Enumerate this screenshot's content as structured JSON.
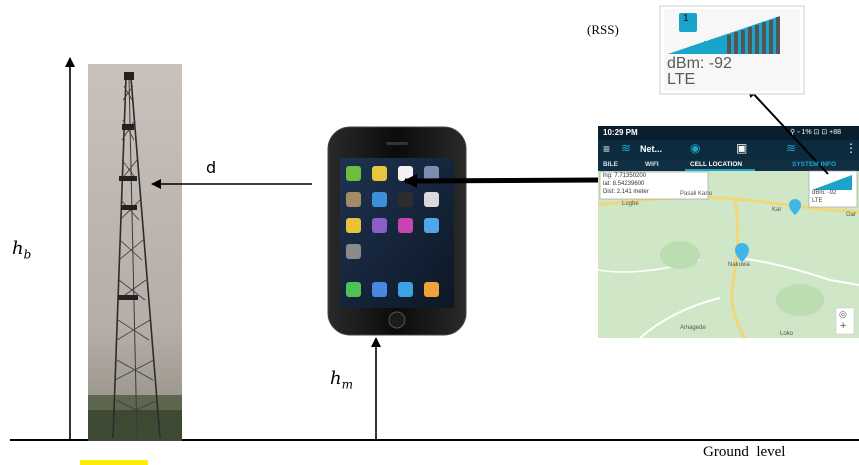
{
  "labels": {
    "hb_base": "h",
    "hb_sub": "b",
    "hm_base": "h",
    "hm_sub": "m",
    "distance": "d",
    "ground": "Ground  level",
    "rss": "(RSS)"
  },
  "rss_widget": {
    "sim_number": "1",
    "reading": "dBm: -92",
    "network": "LTE"
  },
  "app": {
    "time": "10:29 PM",
    "status_right": "⚲ ◦ 1% ⊡ ⊡ +88",
    "title": "Net...",
    "tabs": [
      "BILE",
      "WIFI",
      "CELL LOCATION",
      "SYSTEM INFO"
    ],
    "coords": {
      "lng": "lng: 7.71350200",
      "lat": "lat: 8.54239600",
      "dist": "Dist: 2.141 meter"
    },
    "mini_reading": "dBm: -92",
    "mini_network": "LTE",
    "map_places": [
      "Lugbe",
      "Pasali Kanu",
      "Kar",
      "Nakuwa",
      "Gar",
      "Amagede",
      "Loko"
    ]
  },
  "colors": {
    "app_header": "#0d2b3e",
    "accent": "#19a5c9",
    "map_bg": "#cfe7c6",
    "road": "#f3d67a",
    "highlight": "#ffee00",
    "pin": "#3fb5e8"
  }
}
